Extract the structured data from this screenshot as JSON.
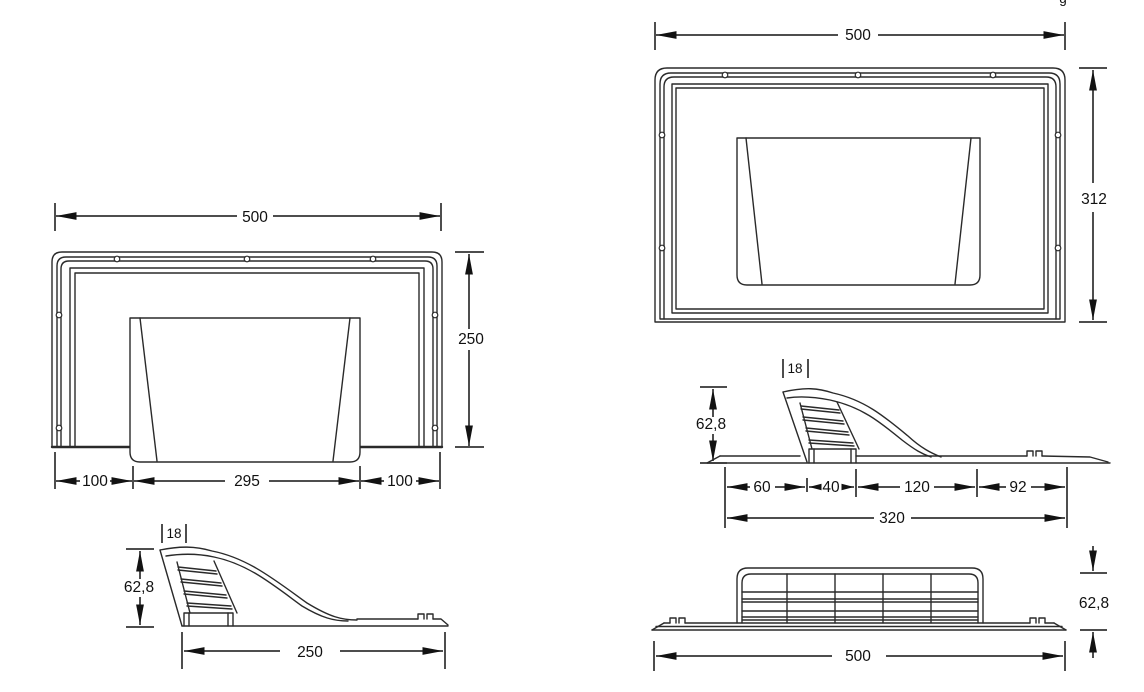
{
  "figure": {
    "title": "vent-hood-dimension-drawing",
    "line_color": "#2a2a2a",
    "dim_color": "#121212",
    "background": "#ffffff",
    "partial_glyph": "g"
  },
  "views": {
    "front": {
      "width": "500",
      "height": "250",
      "left_flange": "100",
      "damper_width": "295",
      "right_flange": "100"
    },
    "plan": {
      "width": "500",
      "depth": "312"
    },
    "side_full": {
      "cap": "18",
      "height": "62,8",
      "seg_a": "60",
      "seg_b": "40",
      "seg_c": "120",
      "seg_d": "92",
      "total": "320"
    },
    "side_hood": {
      "cap": "18",
      "height": "62,8",
      "length": "250"
    },
    "rear": {
      "height": "62,8",
      "width": "500"
    }
  }
}
